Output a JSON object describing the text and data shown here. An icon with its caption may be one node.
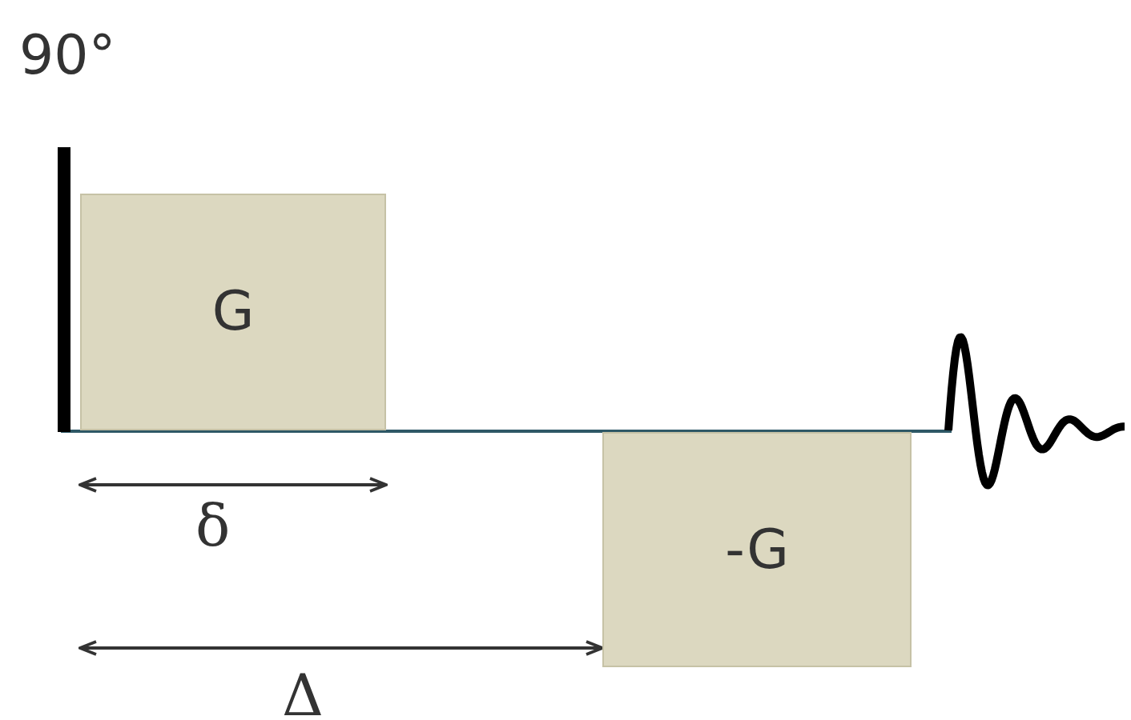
{
  "diagram": {
    "nodes": [
      {
        "text": [
          "G"
        ]
      },
      {
        "text": [
          "-G"
        ]
      }
    ],
    "labels": [
      "90°",
      "δ",
      "Δ"
    ]
  }
}
